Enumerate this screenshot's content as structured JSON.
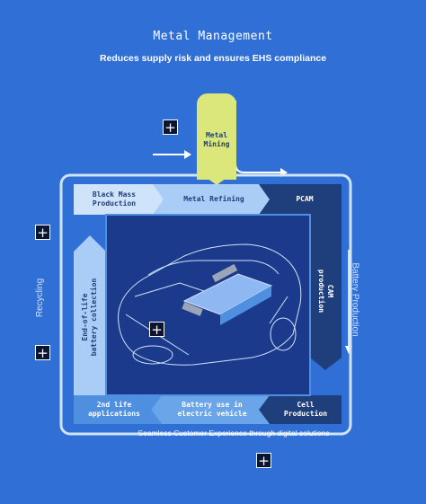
{
  "header": {
    "title": "Metal Management",
    "subtitle": "Reduces supply risk and ensures EHS compliance"
  },
  "stages": {
    "metal_mining": "Metal\nMining",
    "metal_refining": "Metal Refining",
    "black_mass": "Black Mass\nProduction",
    "pcam": "PCAM",
    "cam": "CAM\nproduction",
    "cell": "Cell\nProduction",
    "battery_use": "Battery use in\nelectric vehicle",
    "second_life": "2nd life\napplications",
    "end_of_life": "End-of-life\nbattery collection"
  },
  "side_labels": {
    "left": "Recycling",
    "right": "Battery Production"
  },
  "footer": "Seamless Customer Experience through digital solutions",
  "expand_symbol": "+",
  "colors": {
    "background": "#2f6fd6",
    "mining": "#dbe77a",
    "light_band": "#cfe3fb",
    "mid_band": "#6aa5ea",
    "dark_band": "#1f3f7c",
    "center": "#1b3a8c"
  }
}
